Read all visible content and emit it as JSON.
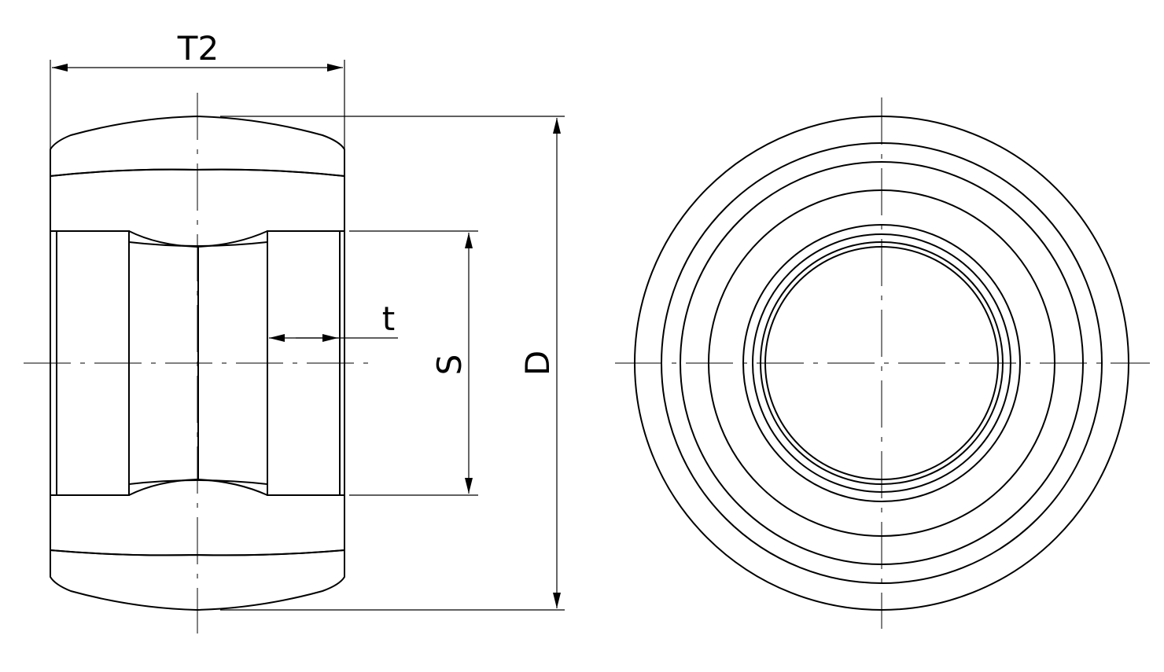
{
  "labels": {
    "width": "T2",
    "thickness": "t",
    "bore": "S",
    "diameter": "D"
  },
  "colors": {
    "line": "#000000",
    "background": "#ffffff"
  }
}
